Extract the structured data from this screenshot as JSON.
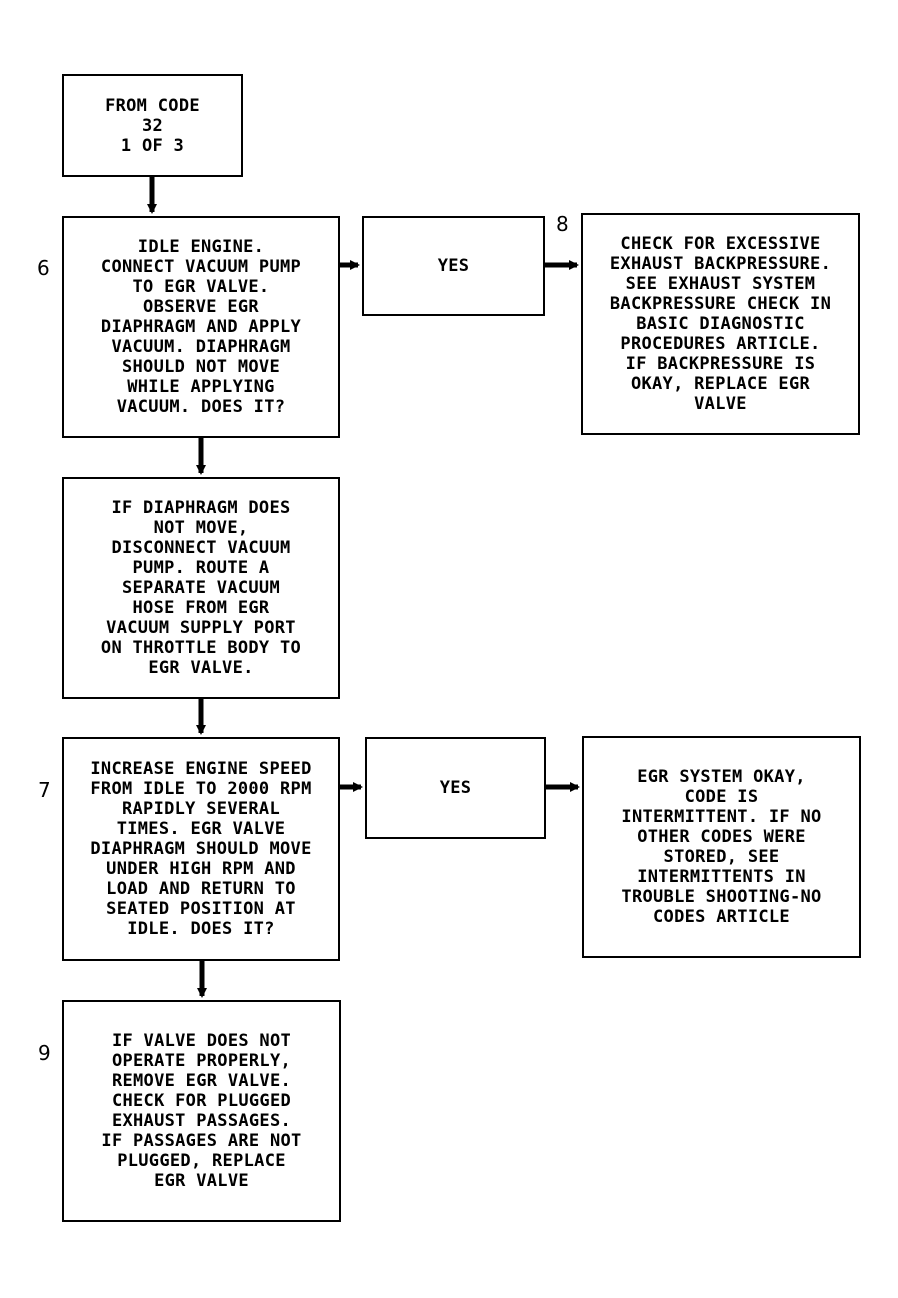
{
  "flowchart": {
    "start": {
      "text": "FROM CODE\n32\n1 OF 3"
    },
    "step6": {
      "number": "6",
      "text": "IDLE ENGINE.\nCONNECT VACUUM PUMP\nTO EGR VALVE.\nOBSERVE EGR\nDIAPHRAGM AND APPLY\nVACUUM. DIAPHRAGM\nSHOULD NOT MOVE\nWHILE APPLYING\nVACUUM. DOES IT?"
    },
    "yes1": {
      "text": "YES"
    },
    "step8": {
      "number": "8",
      "text": "CHECK FOR EXCESSIVE\nEXHAUST BACKPRESSURE.\nSEE EXHAUST SYSTEM\nBACKPRESSURE CHECK IN\nBASIC DIAGNOSTIC\nPROCEDURES ARTICLE.\nIF BACKPRESSURE IS\nOKAY, REPLACE EGR\nVALVE"
    },
    "middle": {
      "text": "IF DIAPHRAGM DOES\nNOT MOVE,\nDISCONNECT VACUUM\nPUMP. ROUTE A\nSEPARATE VACUUM\nHOSE FROM EGR\nVACUUM SUPPLY PORT\nON THROTTLE BODY TO\nEGR VALVE."
    },
    "step7": {
      "number": "7",
      "text": "INCREASE ENGINE SPEED\nFROM IDLE TO 2000 RPM\nRAPIDLY SEVERAL\nTIMES. EGR VALVE\nDIAPHRAGM SHOULD MOVE\nUNDER HIGH RPM AND\nLOAD AND RETURN TO\nSEATED POSITION AT\nIDLE. DOES IT?"
    },
    "yes2": {
      "text": "YES"
    },
    "okay": {
      "text": "EGR SYSTEM OKAY,\nCODE IS\nINTERMITTENT. IF NO\nOTHER CODES WERE\nSTORED, SEE\nINTERMITTENTS IN\nTROUBLE SHOOTING-NO\nCODES ARTICLE"
    },
    "step9": {
      "number": "9",
      "text": "IF VALVE DOES NOT\nOPERATE PROPERLY,\nREMOVE EGR VALVE.\nCHECK FOR PLUGGED\nEXHAUST PASSAGES.\nIF PASSAGES ARE NOT\nPLUGGED, REPLACE\nEGR VALVE"
    }
  }
}
